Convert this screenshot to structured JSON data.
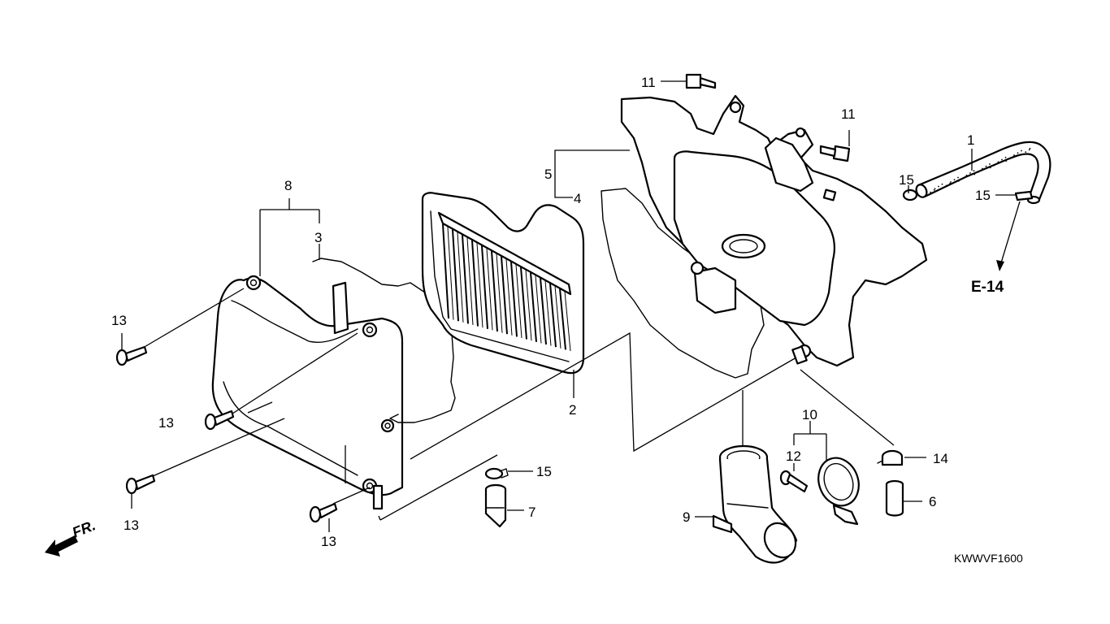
{
  "diagram": {
    "callouts": [
      {
        "id": "c1",
        "text": "1"
      },
      {
        "id": "c2",
        "text": "2"
      },
      {
        "id": "c3",
        "text": "3"
      },
      {
        "id": "c4",
        "text": "4"
      },
      {
        "id": "c5",
        "text": "5"
      },
      {
        "id": "c6",
        "text": "6"
      },
      {
        "id": "c7",
        "text": "7"
      },
      {
        "id": "c8",
        "text": "8"
      },
      {
        "id": "c9",
        "text": "9"
      },
      {
        "id": "c10",
        "text": "10"
      },
      {
        "id": "c11a",
        "text": "11"
      },
      {
        "id": "c11b",
        "text": "11"
      },
      {
        "id": "c12",
        "text": "12"
      },
      {
        "id": "c13a",
        "text": "13"
      },
      {
        "id": "c13b",
        "text": "13"
      },
      {
        "id": "c13c",
        "text": "13"
      },
      {
        "id": "c13d",
        "text": "13"
      },
      {
        "id": "c14",
        "text": "14"
      },
      {
        "id": "c15a",
        "text": "15"
      },
      {
        "id": "c15b",
        "text": "15"
      },
      {
        "id": "c15c",
        "text": "15"
      }
    ],
    "reference": "E-14",
    "front_label": "FR.",
    "diagram_code": "KWWVF1600"
  }
}
